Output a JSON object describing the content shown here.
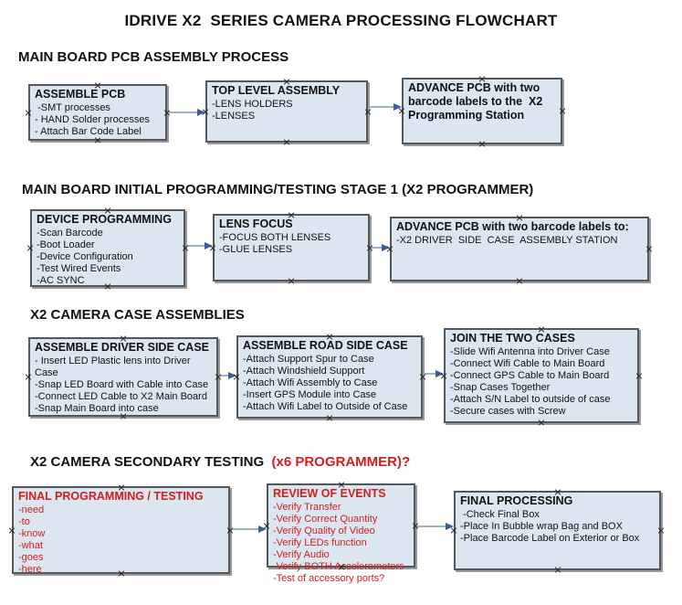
{
  "title": "IDRIVE X2  SERIES CAMERA PROCESSING FLOWCHART",
  "colors": {
    "box_fill": "#dce6f1",
    "box_border": "#54575c",
    "arrow_line": "#9fb2c8",
    "arrow_head": "#3d5c96",
    "red_text": "#d01f1f",
    "black_text": "#121212"
  },
  "sections": [
    {
      "header": "MAIN BOARD PCB ASSEMBLY PROCESS",
      "header_suffix": "",
      "boxes": [
        {
          "title": "ASSEMBLE PCB",
          "items": [
            " -SMT processes",
            "- HAND Solder processes",
            "- Attach Bar Code Label"
          ]
        },
        {
          "title": "TOP LEVEL ASSEMBLY",
          "items": [
            "-LENS HOLDERS",
            "-LENSES"
          ]
        },
        {
          "title": "ADVANCE PCB with two barcode labels to the  X2 Programming Station",
          "items": []
        }
      ]
    },
    {
      "header": "MAIN BOARD INITIAL PROGRAMMING/TESTING STAGE 1 (X2 PROGRAMMER)",
      "header_suffix": "",
      "boxes": [
        {
          "title": "DEVICE PROGRAMMING",
          "items": [
            "-Scan Barcode",
            "-Boot Loader",
            "-Device Configuration",
            "-Test Wired Events",
            "-AC SYNC"
          ]
        },
        {
          "title": "LENS FOCUS",
          "items": [
            "-FOCUS BOTH LENSES",
            "-GLUE LENSES"
          ]
        },
        {
          "title": "ADVANCE PCB with two barcode labels to:",
          "items": [
            "-X2 DRIVER  SIDE  CASE  ASSEMBLY STATION"
          ]
        }
      ]
    },
    {
      "header": "X2 CAMERA CASE ASSEMBLIES",
      "header_suffix": "",
      "boxes": [
        {
          "title": "ASSEMBLE DRIVER SIDE CASE",
          "items": [
            "- Insert LED Plastic lens into Driver Case",
            "-Snap LED Board with Cable into Case",
            "-Connect LED Cable to X2 Main Board",
            "-Snap Main Board into case"
          ]
        },
        {
          "title": "ASSEMBLE ROAD SIDE CASE",
          "items": [
            "-Attach Support Spur to Case",
            "-Attach Windshield Support",
            "-Attach Wifi Assembly to Case",
            "-Insert GPS Module into Case",
            "-Attach Wifi Label to Outside of Case"
          ]
        },
        {
          "title": "JOIN THE TWO CASES",
          "items": [
            "-Slide Wifi Antenna into Driver Case",
            "-Connect Wifi Cable to Main Board",
            "-Connect GPS Cable to Main Board",
            "-Snap Cases Together",
            "-Attach S/N Label to outside of case",
            "-Secure cases with Screw"
          ]
        }
      ]
    },
    {
      "header": "X2 CAMERA SECONDARY TESTING ",
      "header_suffix": " (x6 PROGRAMMER)?",
      "boxes": [
        {
          "title": "FINAL PROGRAMMING / TESTING",
          "items": [
            "-need",
            "-to",
            "-know",
            "-what",
            "-goes",
            "-here"
          ]
        },
        {
          "title": "REVIEW OF EVENTS",
          "items": [
            "-Verify Transfer",
            "-Verify Correct Quantity",
            "-Verify Quality of Video",
            "-Verify LEDs function",
            "-Verify Audio",
            "-Verify BOTH Accelerometers",
            "-Test of accessory ports?"
          ]
        },
        {
          "title": "FINAL PROCESSING",
          "items": [
            " -Check Final Box",
            "-Place In Bubble wrap Bag and BOX",
            "-Place Barcode Label on Exterior or Box"
          ]
        }
      ]
    }
  ]
}
